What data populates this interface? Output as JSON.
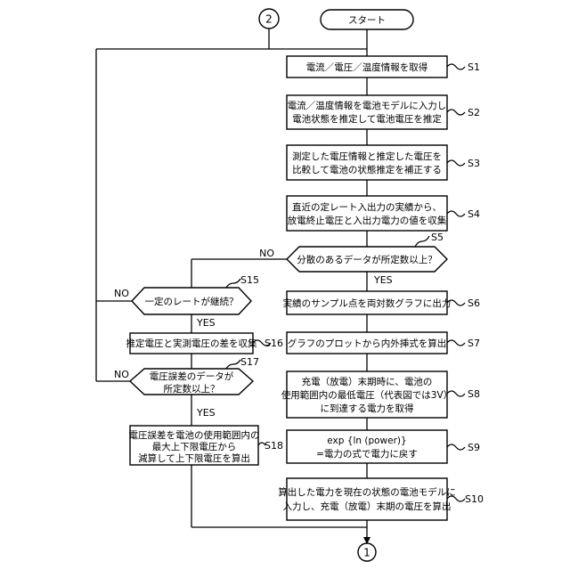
{
  "connectors": {
    "top": "2",
    "bottom": "1"
  },
  "start": "スタート",
  "steps": {
    "s1": {
      "id": "S1",
      "lines": [
        "電流／電圧／温度情報を取得"
      ]
    },
    "s2": {
      "id": "S2",
      "lines": [
        "電流／温度情報を電池モデルに入力し",
        "電池状態を推定して電池電圧を推定"
      ]
    },
    "s3": {
      "id": "S3",
      "lines": [
        "測定した電圧情報と推定した電圧を",
        "比較して電池の状態推定を補正する"
      ]
    },
    "s4": {
      "id": "S4",
      "lines": [
        "直近の定レート入出力の実績から、",
        "放電終止電圧と入出力電力の値を収集"
      ]
    },
    "s5": {
      "id": "S5",
      "lines": [
        "分散のあるデータが所定数以上？"
      ]
    },
    "s6": {
      "id": "S6",
      "lines": [
        "実績のサンプル点を両対数グラフに出力"
      ]
    },
    "s7": {
      "id": "S7",
      "lines": [
        "グラフのプロットから内外挿式を算出"
      ]
    },
    "s8": {
      "id": "S8",
      "lines": [
        "充電（放電）末期時に、電池の",
        "使用範囲内の最低電圧（代表図では3V）",
        "に到達する電力を取得"
      ]
    },
    "s9": {
      "id": "S9",
      "lines": [
        "exp {ln (power)}",
        "=電力の式で電力に戻す"
      ]
    },
    "s10": {
      "id": "S10",
      "lines": [
        "算出した電力を現在の状態の電池モデルに",
        "入力し、充電（放電）末期の電圧を算出"
      ]
    },
    "s15": {
      "id": "S15",
      "lines": [
        "一定のレートが継続？"
      ]
    },
    "s16": {
      "id": "S16",
      "lines": [
        "推定電圧と実測電圧の差を収集"
      ]
    },
    "s17": {
      "id": "S17",
      "lines": [
        "電圧誤差のデータが",
        "所定数以上？"
      ]
    },
    "s18": {
      "id": "S18",
      "lines": [
        "電圧誤差を電池の使用範囲内の",
        "最大上下限電圧から",
        "減算して上下限電圧を算出"
      ]
    }
  },
  "branch_labels": {
    "s5_no": "NO",
    "s5_yes": "YES",
    "s15_no": "NO",
    "s15_yes": "YES",
    "s17_no": "NO",
    "s17_yes": "YES"
  }
}
